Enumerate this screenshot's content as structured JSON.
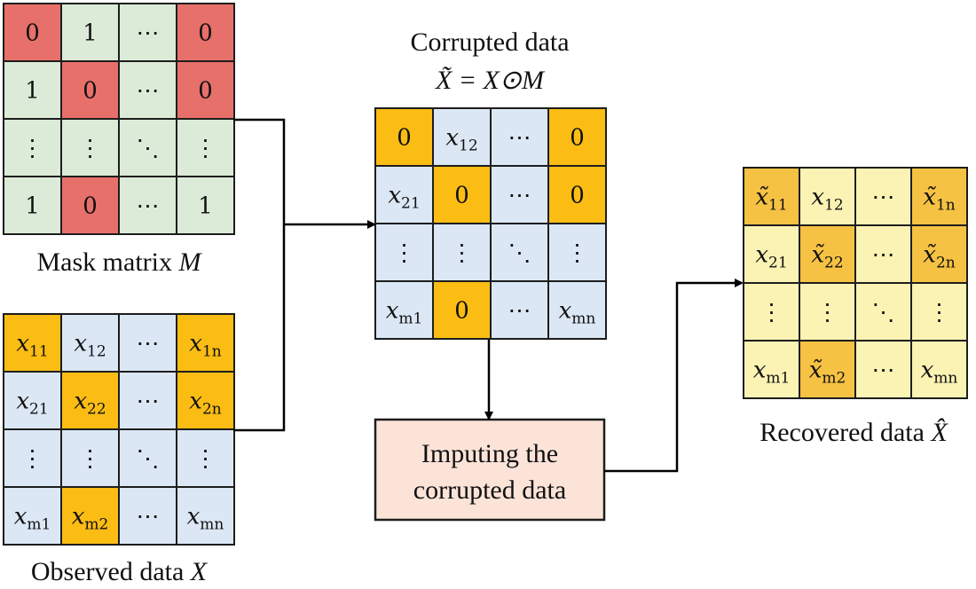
{
  "colors": {
    "mask_one": "#dcebd7",
    "mask_zero": "#e8706a",
    "data_observed": "#dce7f5",
    "data_missing": "#fbbd14",
    "recovered_light": "#fbf3b4",
    "recovered_imputed": "#f6c243",
    "impute_box": "#fbe3d8",
    "grid_line": "#1d1d1d",
    "arrow": "#000000"
  },
  "mask_matrix": {
    "caption_text": "Mask matrix ",
    "caption_var": "M",
    "cells": [
      [
        {
          "v": "0",
          "s": "",
          "st": "zero"
        },
        {
          "v": "1",
          "s": "",
          "st": "one"
        },
        {
          "v": "⋯",
          "s": "",
          "st": "one"
        },
        {
          "v": "0",
          "s": "",
          "st": "zero"
        }
      ],
      [
        {
          "v": "1",
          "s": "",
          "st": "one"
        },
        {
          "v": "0",
          "s": "",
          "st": "zero"
        },
        {
          "v": "⋯",
          "s": "",
          "st": "one"
        },
        {
          "v": "0",
          "s": "",
          "st": "zero"
        }
      ],
      [
        {
          "v": "⋮",
          "s": "",
          "st": "one"
        },
        {
          "v": "⋮",
          "s": "",
          "st": "one"
        },
        {
          "v": "⋱",
          "s": "",
          "st": "one"
        },
        {
          "v": "⋮",
          "s": "",
          "st": "one"
        }
      ],
      [
        {
          "v": "1",
          "s": "",
          "st": "one"
        },
        {
          "v": "0",
          "s": "",
          "st": "zero"
        },
        {
          "v": "⋯",
          "s": "",
          "st": "one"
        },
        {
          "v": "1",
          "s": "",
          "st": "one"
        }
      ]
    ]
  },
  "observed_data": {
    "caption_text": "Observed data ",
    "caption_var": "X",
    "cells": [
      [
        {
          "v": "x",
          "s": "11",
          "st": "miss"
        },
        {
          "v": "x",
          "s": "12",
          "st": "obs"
        },
        {
          "v": "⋯",
          "s": "",
          "st": "obs"
        },
        {
          "v": "x",
          "s": "1n",
          "st": "miss"
        }
      ],
      [
        {
          "v": "x",
          "s": "21",
          "st": "obs"
        },
        {
          "v": "x",
          "s": "22",
          "st": "miss"
        },
        {
          "v": "⋯",
          "s": "",
          "st": "obs"
        },
        {
          "v": "x",
          "s": "2n",
          "st": "miss"
        }
      ],
      [
        {
          "v": "⋮",
          "s": "",
          "st": "obs"
        },
        {
          "v": "⋮",
          "s": "",
          "st": "obs"
        },
        {
          "v": "⋱",
          "s": "",
          "st": "obs"
        },
        {
          "v": "⋮",
          "s": "",
          "st": "obs"
        }
      ],
      [
        {
          "v": "x",
          "s": "m1",
          "st": "obs"
        },
        {
          "v": "x",
          "s": "m2",
          "st": "miss"
        },
        {
          "v": "⋯",
          "s": "",
          "st": "obs"
        },
        {
          "v": "x",
          "s": "mn",
          "st": "obs"
        }
      ]
    ]
  },
  "corrupted_data": {
    "title": "Corrupted data",
    "formula": "X̃ = X⊙M",
    "cells": [
      [
        {
          "v": "0",
          "s": "",
          "st": "miss"
        },
        {
          "v": "x",
          "s": "12",
          "st": "obs"
        },
        {
          "v": "⋯",
          "s": "",
          "st": "obs"
        },
        {
          "v": "0",
          "s": "",
          "st": "miss"
        }
      ],
      [
        {
          "v": "x",
          "s": "21",
          "st": "obs"
        },
        {
          "v": "0",
          "s": "",
          "st": "miss"
        },
        {
          "v": "⋯",
          "s": "",
          "st": "obs"
        },
        {
          "v": "0",
          "s": "",
          "st": "miss"
        }
      ],
      [
        {
          "v": "⋮",
          "s": "",
          "st": "obs"
        },
        {
          "v": "⋮",
          "s": "",
          "st": "obs"
        },
        {
          "v": "⋱",
          "s": "",
          "st": "obs"
        },
        {
          "v": "⋮",
          "s": "",
          "st": "obs"
        }
      ],
      [
        {
          "v": "x",
          "s": "m1",
          "st": "obs"
        },
        {
          "v": "0",
          "s": "",
          "st": "miss"
        },
        {
          "v": "⋯",
          "s": "",
          "st": "obs"
        },
        {
          "v": "x",
          "s": "mn",
          "st": "obs"
        }
      ]
    ]
  },
  "impute_box": {
    "line1": "Imputing the",
    "line2": "corrupted data"
  },
  "recovered_data": {
    "caption_text": "Recovered data ",
    "caption_var": "X̂",
    "cells": [
      [
        {
          "v": "x̃",
          "s": "11",
          "st": "imp"
        },
        {
          "v": "x",
          "s": "12",
          "st": "light"
        },
        {
          "v": "⋯",
          "s": "",
          "st": "light"
        },
        {
          "v": "x̃",
          "s": "1n",
          "st": "imp"
        }
      ],
      [
        {
          "v": "x",
          "s": "21",
          "st": "light"
        },
        {
          "v": "x̃",
          "s": "22",
          "st": "imp"
        },
        {
          "v": "⋯",
          "s": "",
          "st": "light"
        },
        {
          "v": "x̃",
          "s": "2n",
          "st": "imp"
        }
      ],
      [
        {
          "v": "⋮",
          "s": "",
          "st": "light"
        },
        {
          "v": "⋮",
          "s": "",
          "st": "light"
        },
        {
          "v": "⋱",
          "s": "",
          "st": "light"
        },
        {
          "v": "⋮",
          "s": "",
          "st": "light"
        }
      ],
      [
        {
          "v": "x",
          "s": "m1",
          "st": "light"
        },
        {
          "v": "x̃",
          "s": "m2",
          "st": "imp"
        },
        {
          "v": "⋯",
          "s": "",
          "st": "light"
        },
        {
          "v": "x",
          "s": "mn",
          "st": "light"
        }
      ]
    ]
  }
}
